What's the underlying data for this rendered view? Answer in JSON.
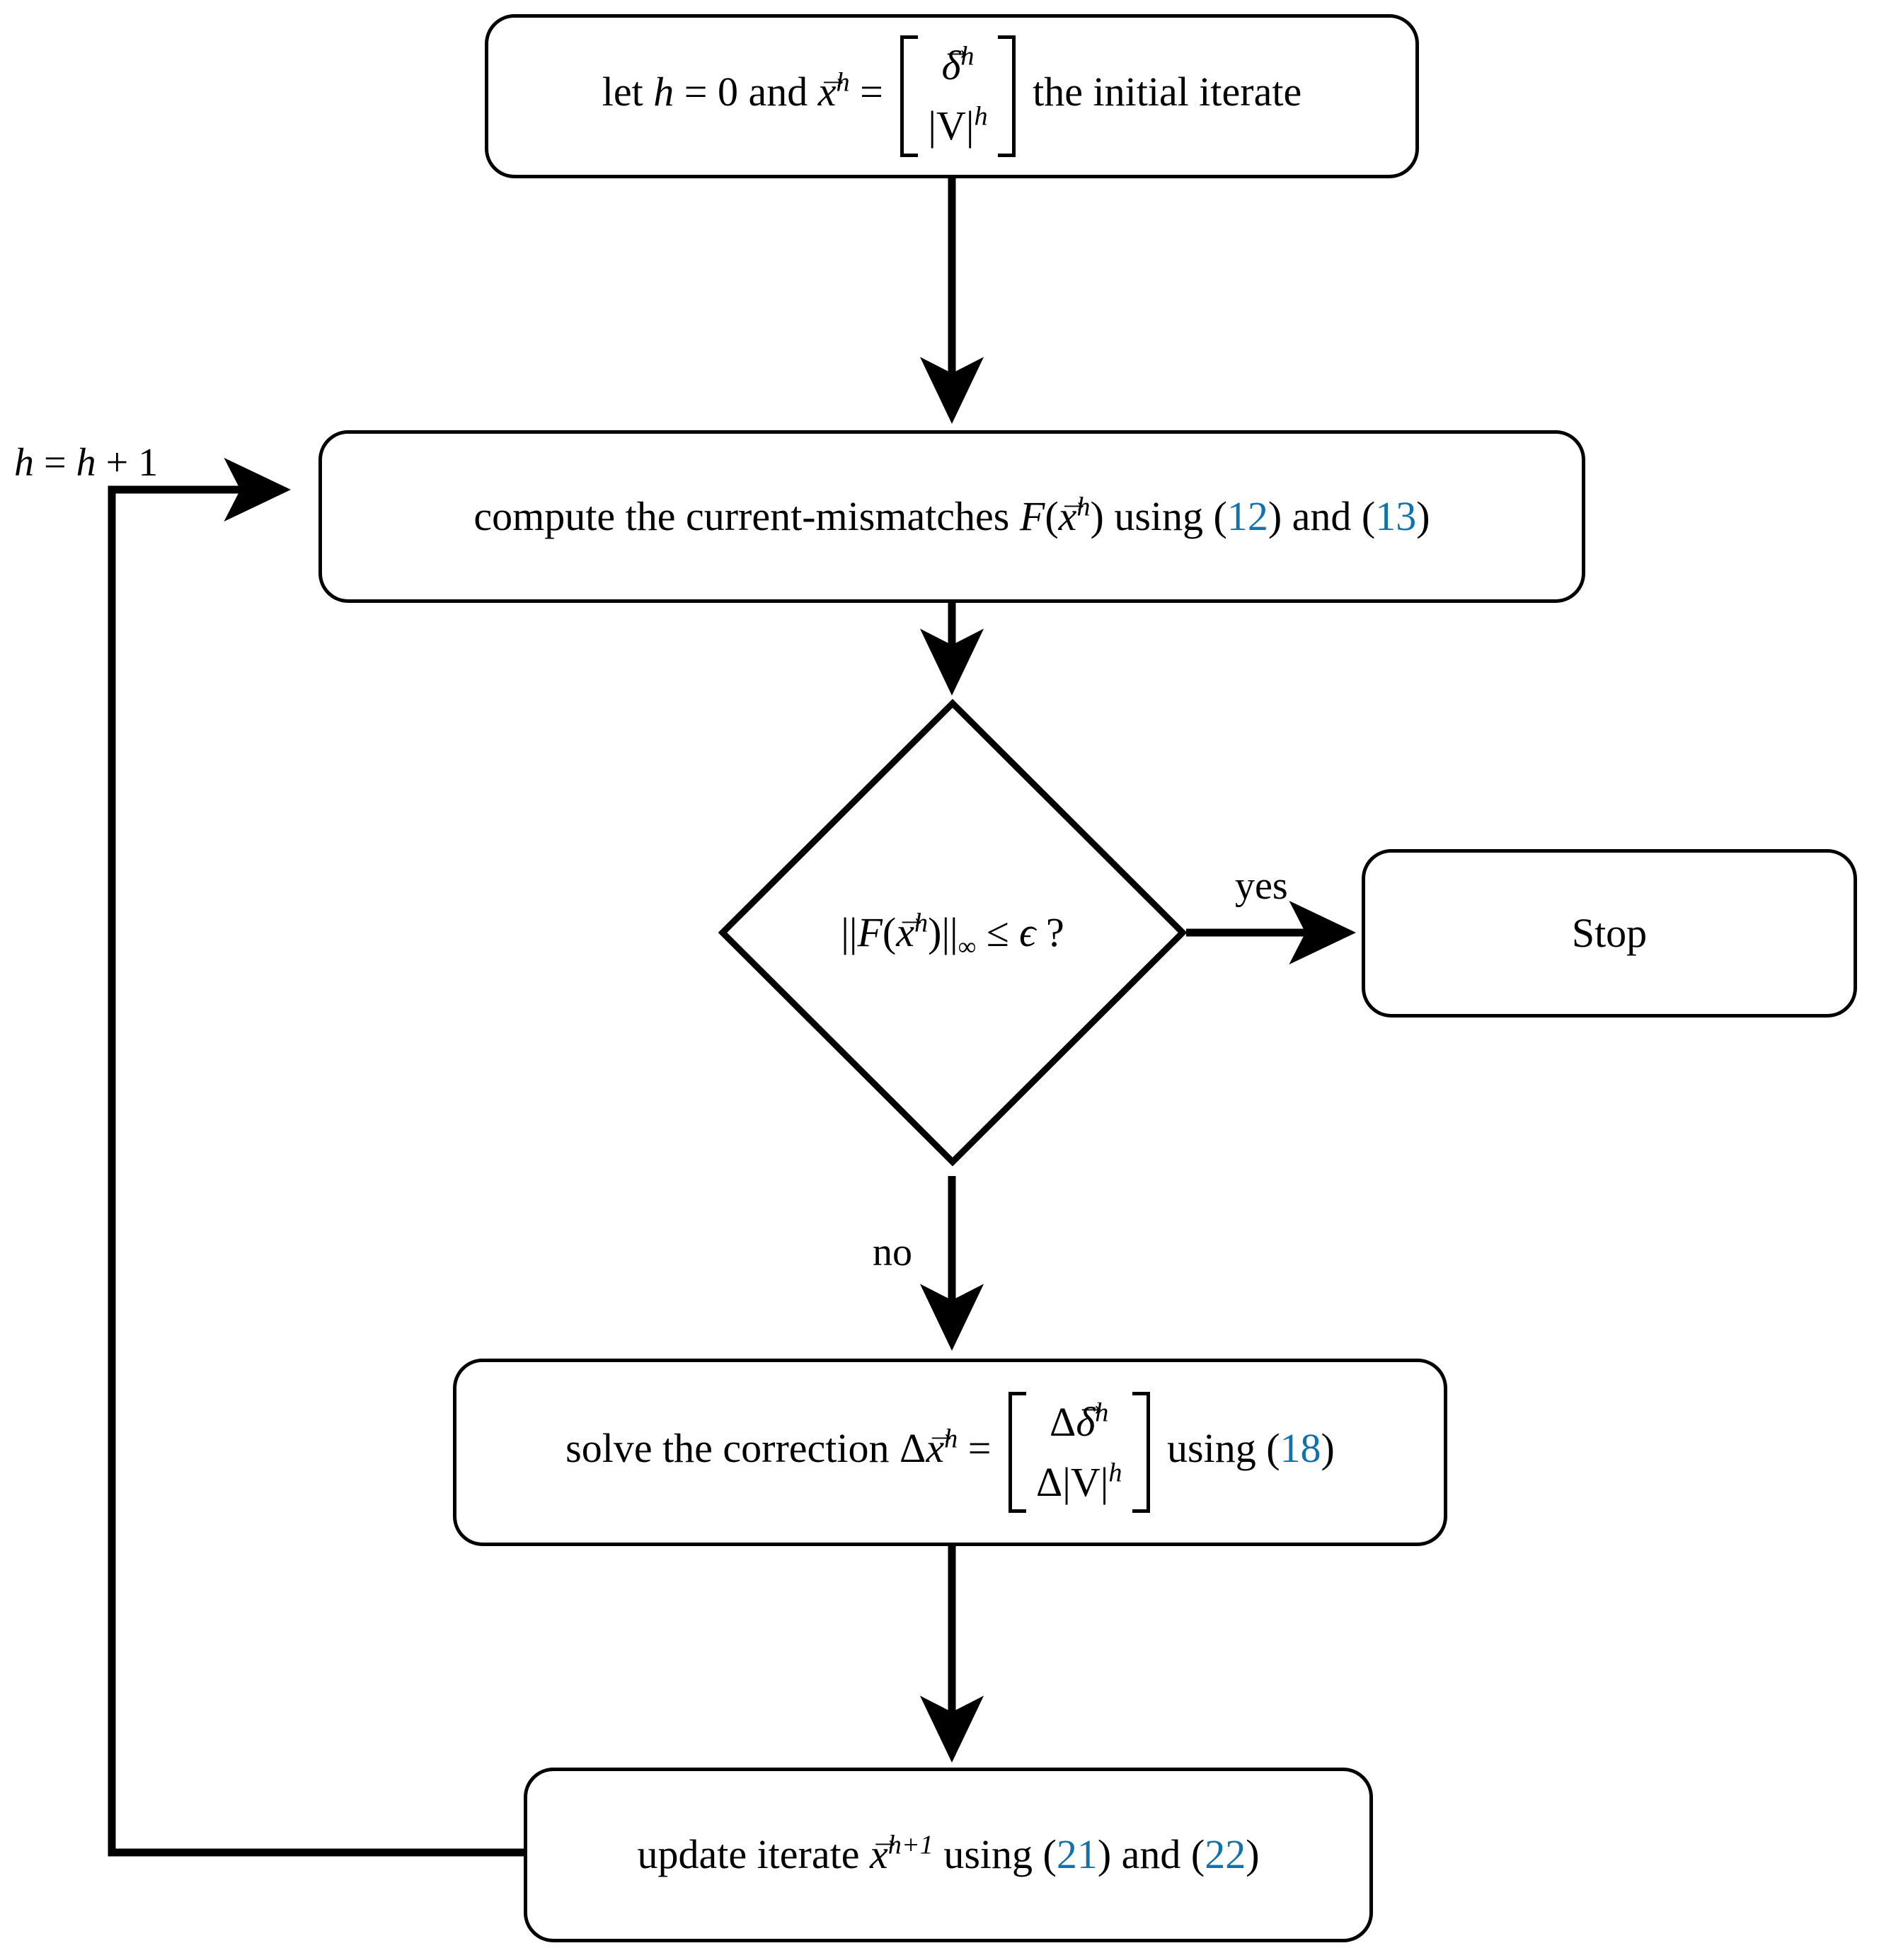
{
  "diagram": {
    "type": "flowchart",
    "title": "Newton-Raphson power flow iteration flowchart",
    "accent_color": "#1273AC",
    "line_color": "#000000",
    "background": "#ffffff"
  },
  "nodes": {
    "init": {
      "shape": "rounded-rect",
      "text_plain": "let h = 0 and x⃗ʰ = [ δ⃗ʰ ; |V⃗|ʰ ] the initial iterate",
      "prefix": "let ",
      "var_h": "h",
      "eq1": " = ",
      "zero": "0",
      "and": " and ",
      "var_x": "x",
      "sup_h": "h",
      "eq2": " = ",
      "vec_row1": "δ",
      "vec_row1_sup": "h",
      "vec_row2_open": "|V",
      "vec_row2_close": "|",
      "vec_row2_sup": "h",
      "suffix": " the initial iterate"
    },
    "compute": {
      "shape": "rounded-rect",
      "text_plain": "compute the current-mismatches F(x⃗ʰ) using (12) and (13)",
      "prefix": "compute the current-mismatches ",
      "func": "F",
      "open_paren": "(",
      "var_x": "x",
      "sup_h": "h",
      "close_paren": ")",
      "using": " using (",
      "ref1": "12",
      "mid": ") and (",
      "ref2": "13",
      "end": ")"
    },
    "decision": {
      "shape": "diamond",
      "text_plain": "||F(x⃗ʰ)||∞ ≤ ϵ ?",
      "norm_open": "||",
      "func": "F",
      "open_paren": "(",
      "var_x": "x",
      "sup_h": "h",
      "close_paren": ")",
      "norm_close": "||",
      "subscript": "∞",
      "relation": " ≤ ",
      "epsilon": "ϵ",
      "question": " ?"
    },
    "stop": {
      "shape": "rounded-rect",
      "text_plain": "Stop",
      "label": "Stop"
    },
    "solve": {
      "shape": "rounded-rect",
      "text_plain": "solve the correction Δx⃗ʰ = [ Δδ⃗ʰ ; Δ|V⃗|ʰ ] using (18)",
      "prefix": "solve the correction ",
      "delta": "Δ",
      "var_x": "x",
      "sup_h": "h",
      "eq": " = ",
      "vec_row1_delta": "Δ",
      "vec_row1": "δ",
      "vec_row1_sup": "h",
      "vec_row2_delta": "Δ",
      "vec_row2_open": "|V",
      "vec_row2_close": "|",
      "vec_row2_sup": "h",
      "using": " using (",
      "ref1": "18",
      "end": ")"
    },
    "update": {
      "shape": "rounded-rect",
      "text_plain": "update iterate x⃗ʰ⁺¹ using (21) and (22)",
      "prefix": "update iterate ",
      "var_x": "x",
      "sup_h": "h+1",
      "using": " using (",
      "ref1": "21",
      "mid": ") and (",
      "ref2": "22",
      "end": ")"
    }
  },
  "edge_labels": {
    "increment": {
      "text_plain": "h = h + 1",
      "var_h1": "h",
      "eq": " = ",
      "var_h2": "h",
      "plus": " + ",
      "one": "1"
    },
    "yes": "yes",
    "no": "no"
  },
  "edges": [
    {
      "from": "init",
      "to": "compute",
      "label": ""
    },
    {
      "from": "compute",
      "to": "decision",
      "label": ""
    },
    {
      "from": "decision",
      "to": "stop",
      "label": "yes"
    },
    {
      "from": "decision",
      "to": "solve",
      "label": "no"
    },
    {
      "from": "solve",
      "to": "update",
      "label": ""
    },
    {
      "from": "update",
      "to": "compute",
      "label": "h = h + 1"
    }
  ]
}
